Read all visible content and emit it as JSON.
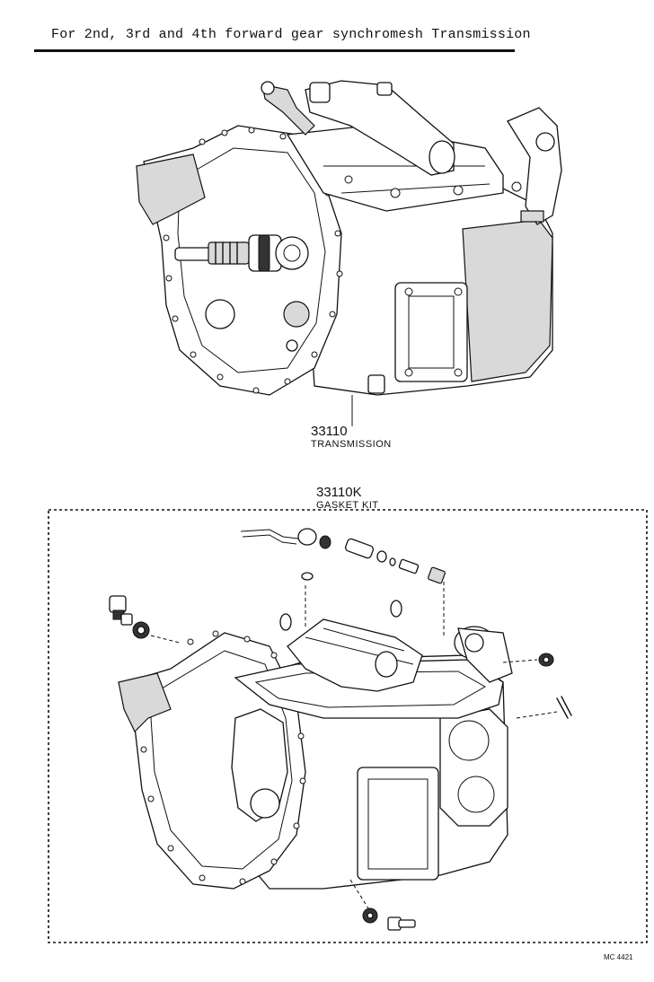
{
  "header": {
    "title": "For 2nd, 3rd and 4th forward gear synchromesh Transmission"
  },
  "parts": [
    {
      "number": "33110",
      "name": "TRANSMISSION"
    },
    {
      "number": "33110K",
      "name": "GASKET KIT"
    }
  ],
  "footer": {
    "reference": "MC 4421"
  }
}
